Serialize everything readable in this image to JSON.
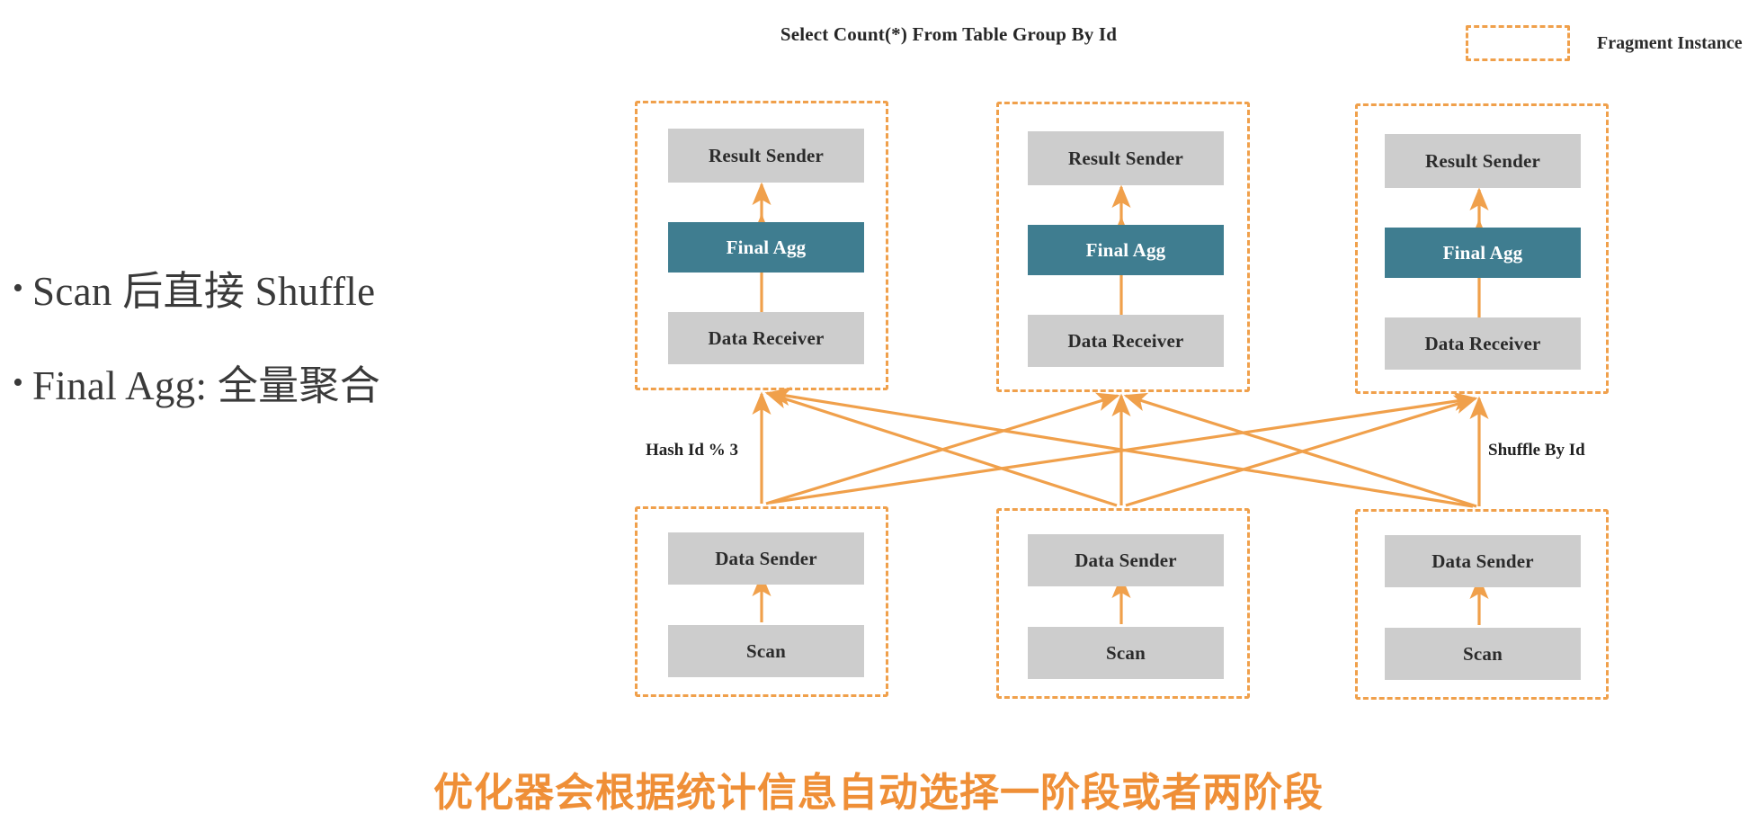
{
  "slide": {
    "bullets": [
      {
        "marker": "•",
        "text": "Scan 后直接 Shuffle"
      },
      {
        "marker": "•",
        "text": "Final Agg: 全量聚合"
      }
    ],
    "caption": "优化器会根据统计信息自动选择一阶段或者两阶段"
  },
  "diagram": {
    "title": "Select Count(*) From Table Group By Id",
    "legend": {
      "label": "Fragment Instance",
      "swatch_style": "orange-dashed-rect"
    },
    "edge_labels": {
      "left": "Hash Id % 3",
      "right": "Shuffle By Id"
    },
    "colors": {
      "accent_orange": "#f0a04b",
      "caption_orange": "#ef8f37",
      "node_gray": "#cdcdcd",
      "node_teal": "#3f7d90",
      "text_dark": "#2b2b2b"
    },
    "upper_fragments": [
      {
        "nodes": [
          {
            "label": "Result Sender",
            "kind": "gray"
          },
          {
            "label": "Final Agg",
            "kind": "teal"
          },
          {
            "label": "Data Receiver",
            "kind": "gray"
          }
        ]
      },
      {
        "nodes": [
          {
            "label": "Result Sender",
            "kind": "gray"
          },
          {
            "label": "Final Agg",
            "kind": "teal"
          },
          {
            "label": "Data Receiver",
            "kind": "gray"
          }
        ]
      },
      {
        "nodes": [
          {
            "label": "Result Sender",
            "kind": "gray"
          },
          {
            "label": "Final Agg",
            "kind": "teal"
          },
          {
            "label": "Data Receiver",
            "kind": "gray"
          }
        ]
      }
    ],
    "lower_fragments": [
      {
        "nodes": [
          {
            "label": "Data Sender",
            "kind": "gray"
          },
          {
            "label": "Scan",
            "kind": "gray"
          }
        ]
      },
      {
        "nodes": [
          {
            "label": "Data Sender",
            "kind": "gray"
          },
          {
            "label": "Scan",
            "kind": "gray"
          }
        ]
      },
      {
        "nodes": [
          {
            "label": "Data Sender",
            "kind": "gray"
          },
          {
            "label": "Scan",
            "kind": "gray"
          }
        ]
      }
    ]
  }
}
